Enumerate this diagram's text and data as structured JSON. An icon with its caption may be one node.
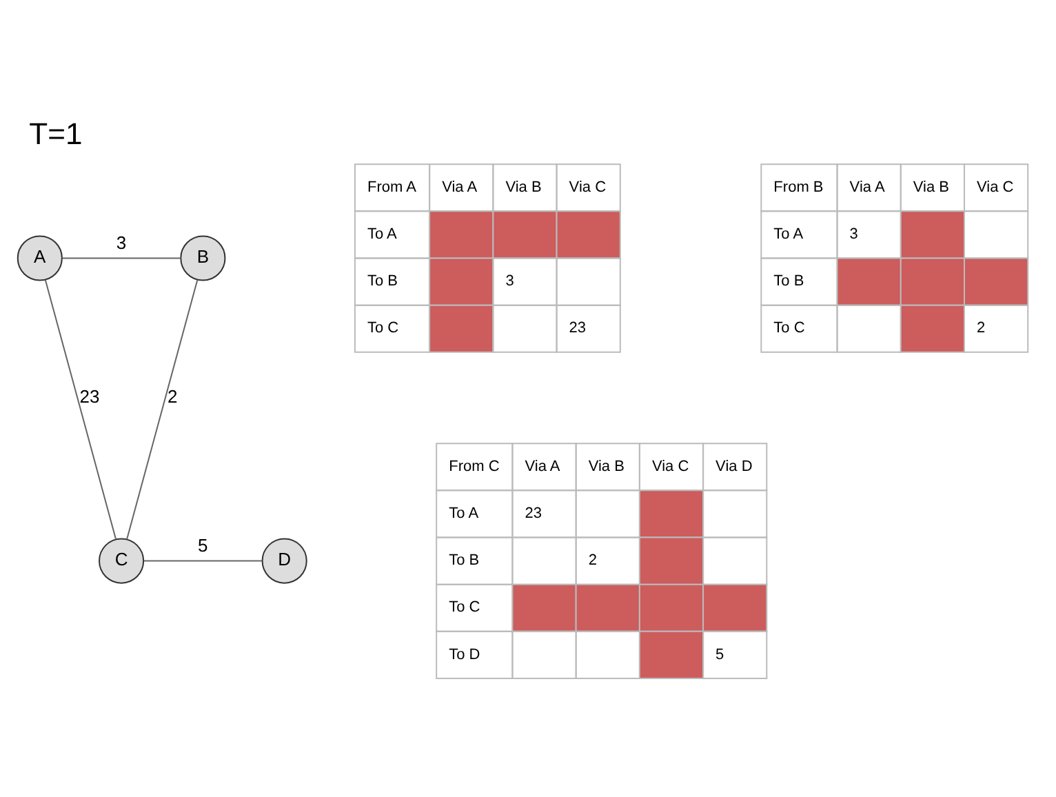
{
  "diagram": {
    "title": "T=1",
    "nodes": [
      {
        "text": [
          "A"
        ]
      },
      {
        "text": [
          "B"
        ]
      },
      {
        "text": [
          "C"
        ]
      },
      {
        "text": [
          "D"
        ]
      }
    ],
    "edges": [
      {
        "from": 0,
        "to": 1,
        "arrow": "none",
        "label": "3"
      },
      {
        "from": 0,
        "to": 2,
        "arrow": "none",
        "label": "23"
      },
      {
        "from": 1,
        "to": 2,
        "arrow": "none",
        "label": "2"
      },
      {
        "from": 2,
        "to": 3,
        "arrow": "none",
        "label": "5"
      }
    ],
    "labels": [
      "From A",
      "Via A",
      "Via B",
      "Via C",
      "To A",
      "To B",
      "3",
      "To C",
      "23",
      "From B",
      "Via A",
      "Via B",
      "Via C",
      "To A",
      "3",
      "To B",
      "To C",
      "2",
      "From C",
      "Via A",
      "Via B",
      "Via C",
      "Via D",
      "To A",
      "23",
      "To B",
      "2",
      "To C",
      "To D",
      "5"
    ]
  }
}
